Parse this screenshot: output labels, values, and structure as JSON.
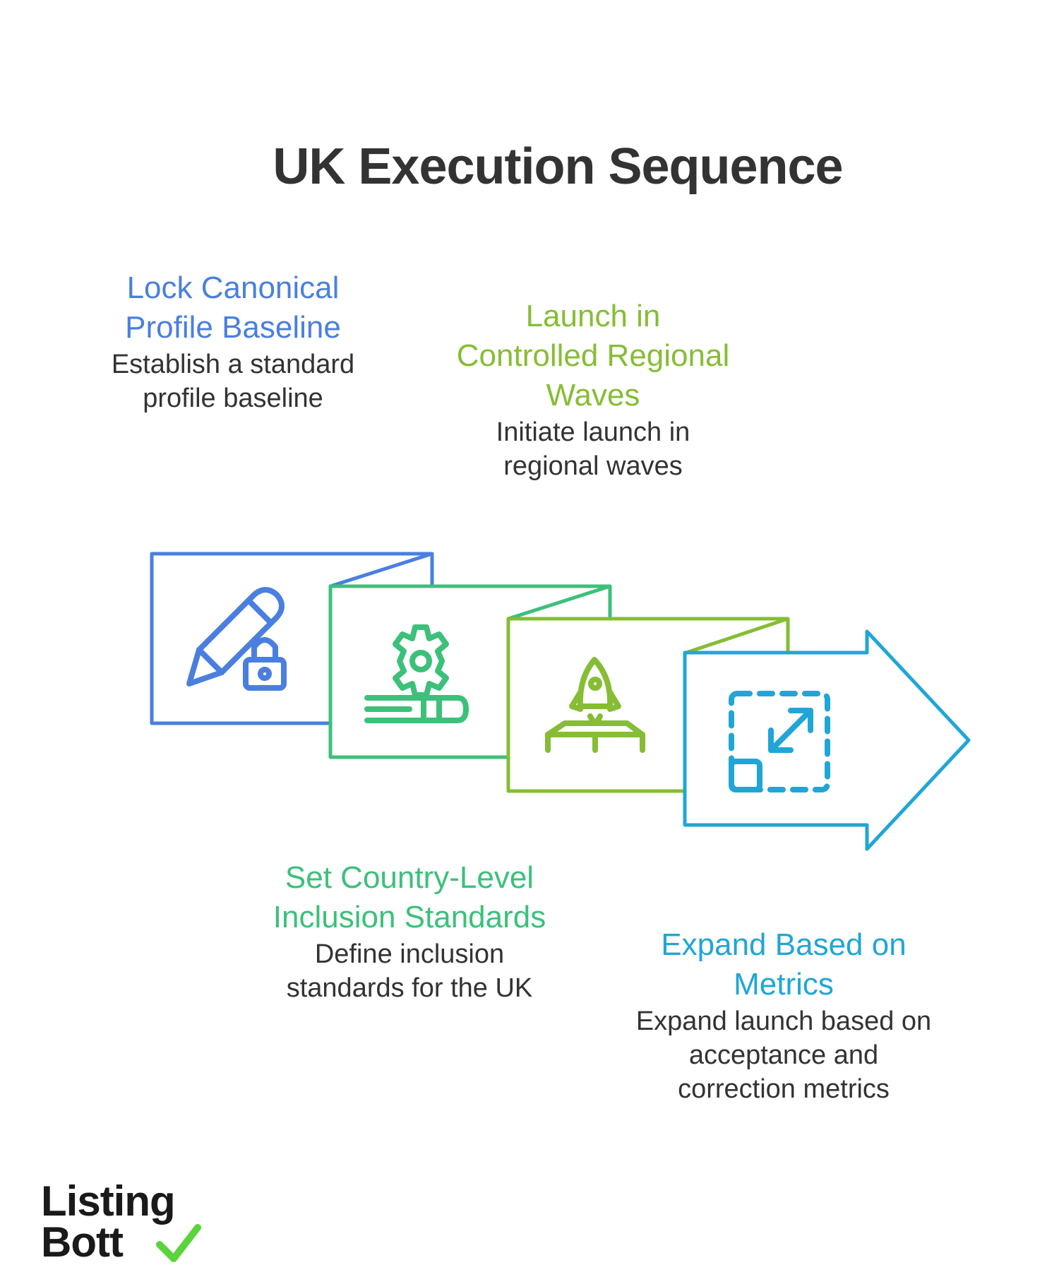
{
  "title": "UK Execution Sequence",
  "colors": {
    "blue": "#4a7fe0",
    "green": "#3cc07a",
    "lime": "#86bd34",
    "cyan": "#20a6d6",
    "text": "#333333",
    "logo_check": "#5ad43a"
  },
  "steps": [
    {
      "heading": "Lock Canonical Profile Baseline",
      "description": "Establish a standard profile baseline",
      "color": "#4a7fe0",
      "icon": "pencil-lock-icon"
    },
    {
      "heading": "Launch in Controlled Regional Waves",
      "description": "Initiate launch in regional waves",
      "color": "#86bd34",
      "icon": "rocket-launch-icon"
    },
    {
      "heading": "Set Country-Level Inclusion Standards",
      "description": "Define inclusion standards for the UK",
      "color": "#3cc07a",
      "icon": "gear-ruler-icon"
    },
    {
      "heading": "Expand Based on Metrics",
      "description": "Expand launch based on acceptance and correction metrics",
      "color": "#20a6d6",
      "icon": "expand-arrows-icon"
    }
  ],
  "logo": {
    "line1": "Listing",
    "line2": "Bott"
  }
}
